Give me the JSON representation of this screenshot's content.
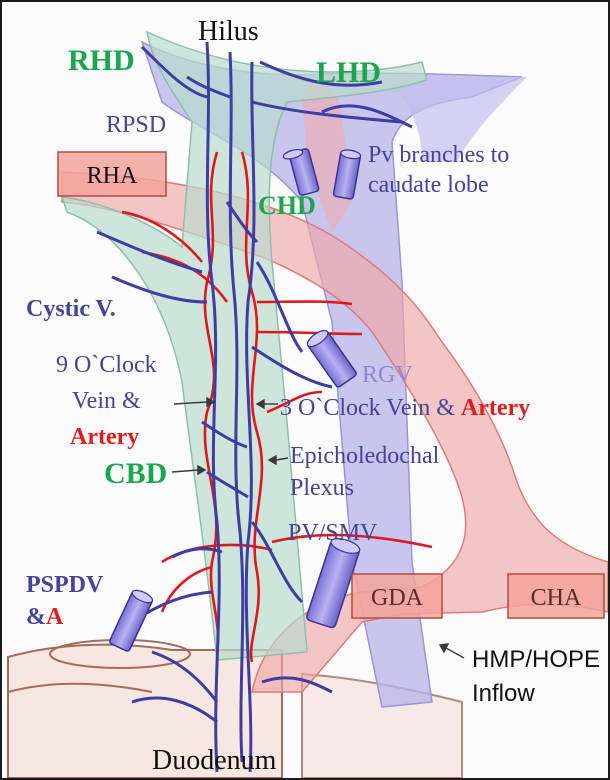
{
  "colors": {
    "vein": "#3f3da3",
    "artery": "#e0181d",
    "bile_duct_fill": "#b9dccd",
    "portal_fill": "#b8b4e8",
    "artery_fill": "#f0a7a7",
    "label_blue": "#45439a",
    "label_green": "#1aa64b",
    "label_red": "#e21b1b",
    "label_black": "#111111"
  },
  "labels": {
    "hilus": "Hilus",
    "duodenum": "Duodenum",
    "rhd": "RHD",
    "lhd": "LHD",
    "chd": "CHD",
    "cbd": "CBD",
    "rpsd": "RPSD",
    "rha": "RHA",
    "gda": "GDA",
    "cha": "CHA",
    "pv_branches_1": "Pv branches to",
    "pv_branches_2": "caudate lobe",
    "cystic_v": "Cystic V.",
    "rgv": "RGV",
    "nine_oclock_1": "9 O`Clock",
    "nine_oclock_2": "Vein &",
    "nine_oclock_3": "Artery",
    "three_oclock_a": "3 O`Clock Vein & ",
    "three_oclock_b": "Artery",
    "epicholedochal_1": "Epicholedochal",
    "epicholedochal_2": "Plexus",
    "pv_smv": "PV/SMV",
    "pspdv_1": "PSPDV",
    "pspdv_2a": "&",
    "pspdv_2b": "A",
    "hmp_1": "HMP/HOPE",
    "hmp_2": "Inflow"
  }
}
